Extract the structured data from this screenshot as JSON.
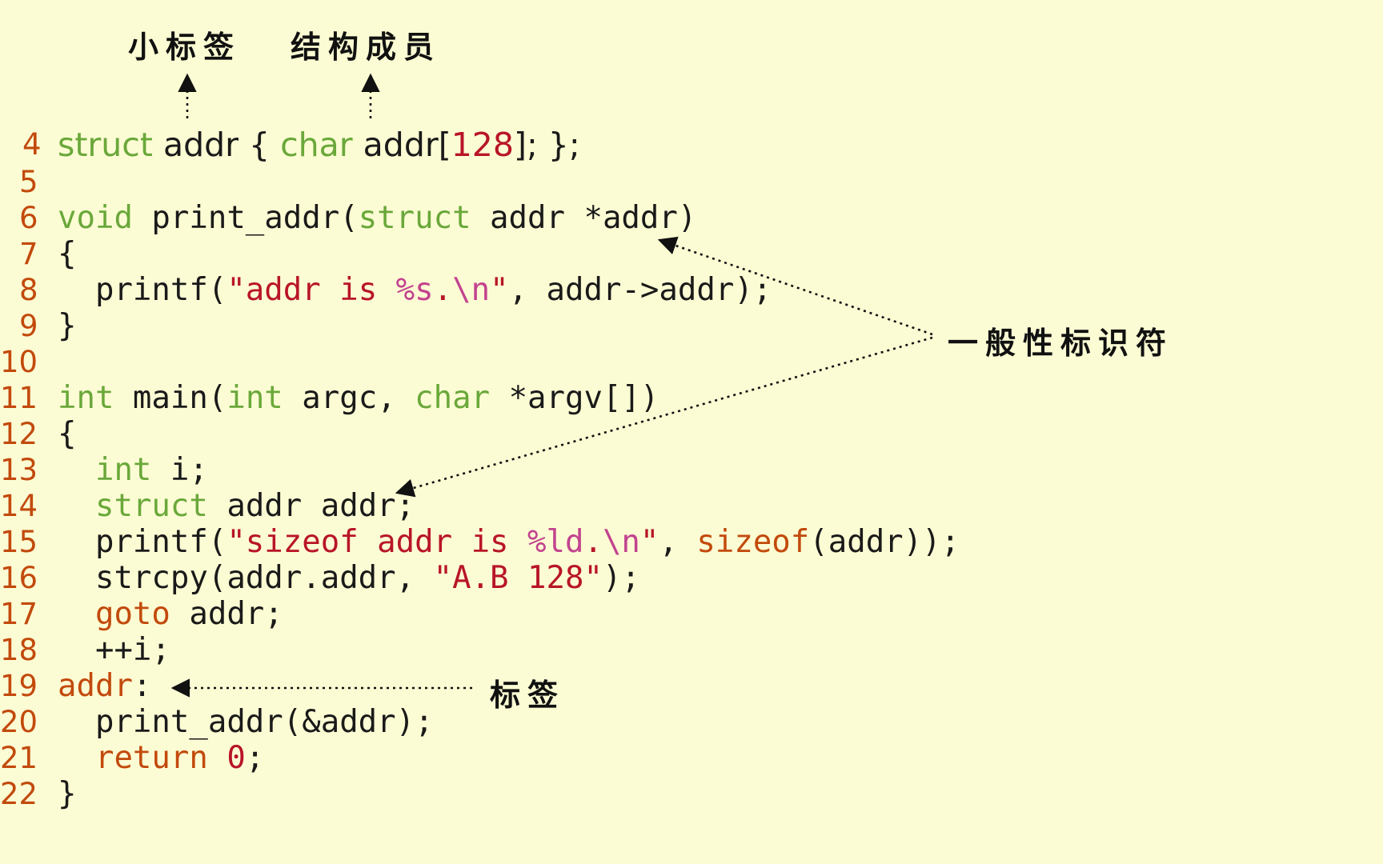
{
  "annotations": {
    "small_tag": "小标签",
    "struct_member": "结构成员",
    "general_identifier": "一般性标识符",
    "label": "标签"
  },
  "lines": [
    {
      "num": "4",
      "tokens": [
        {
          "t": "struct",
          "c": "kw"
        },
        {
          "t": " addr { ",
          "c": "plain"
        },
        {
          "t": "char",
          "c": "kw"
        },
        {
          "t": " addr[",
          "c": "plain"
        },
        {
          "t": "128",
          "c": "num"
        },
        {
          "t": "]; };",
          "c": "plain"
        }
      ]
    },
    {
      "num": "5",
      "tokens": []
    },
    {
      "num": "6",
      "tokens": [
        {
          "t": "void",
          "c": "kw"
        },
        {
          "t": " print_addr(",
          "c": "plain"
        },
        {
          "t": "struct",
          "c": "kw"
        },
        {
          "t": " addr *addr)",
          "c": "plain"
        }
      ]
    },
    {
      "num": "7",
      "tokens": [
        {
          "t": "{",
          "c": "plain"
        }
      ]
    },
    {
      "num": "8",
      "tokens": [
        {
          "t": "  printf(",
          "c": "plain"
        },
        {
          "t": "\"addr is ",
          "c": "str"
        },
        {
          "t": "%s",
          "c": "fmt"
        },
        {
          "t": ".",
          "c": "str"
        },
        {
          "t": "\\n",
          "c": "fmt"
        },
        {
          "t": "\"",
          "c": "str"
        },
        {
          "t": ", addr->addr);",
          "c": "plain"
        }
      ]
    },
    {
      "num": "9",
      "tokens": [
        {
          "t": "}",
          "c": "plain"
        }
      ]
    },
    {
      "num": "10",
      "tokens": []
    },
    {
      "num": "11",
      "tokens": [
        {
          "t": "int",
          "c": "kw"
        },
        {
          "t": " main(",
          "c": "plain"
        },
        {
          "t": "int",
          "c": "kw"
        },
        {
          "t": " argc, ",
          "c": "plain"
        },
        {
          "t": "char",
          "c": "kw"
        },
        {
          "t": " *argv[])",
          "c": "plain"
        }
      ]
    },
    {
      "num": "12",
      "tokens": [
        {
          "t": "{",
          "c": "plain"
        }
      ]
    },
    {
      "num": "13",
      "tokens": [
        {
          "t": "  ",
          "c": "plain"
        },
        {
          "t": "int",
          "c": "kw"
        },
        {
          "t": " i;",
          "c": "plain"
        }
      ]
    },
    {
      "num": "14",
      "tokens": [
        {
          "t": "  ",
          "c": "plain"
        },
        {
          "t": "struct",
          "c": "kw"
        },
        {
          "t": " addr addr;",
          "c": "plain"
        }
      ]
    },
    {
      "num": "15",
      "tokens": [
        {
          "t": "  printf(",
          "c": "plain"
        },
        {
          "t": "\"sizeof addr is ",
          "c": "str"
        },
        {
          "t": "%ld",
          "c": "fmt"
        },
        {
          "t": ".",
          "c": "str"
        },
        {
          "t": "\\n",
          "c": "fmt"
        },
        {
          "t": "\"",
          "c": "str"
        },
        {
          "t": ", ",
          "c": "plain"
        },
        {
          "t": "sizeof",
          "c": "ctl"
        },
        {
          "t": "(addr));",
          "c": "plain"
        }
      ]
    },
    {
      "num": "16",
      "tokens": [
        {
          "t": "  strcpy(addr.addr, ",
          "c": "plain"
        },
        {
          "t": "\"A.B 128\"",
          "c": "str"
        },
        {
          "t": ");",
          "c": "plain"
        }
      ]
    },
    {
      "num": "17",
      "tokens": [
        {
          "t": "  ",
          "c": "plain"
        },
        {
          "t": "goto",
          "c": "ctl"
        },
        {
          "t": " addr;",
          "c": "plain"
        }
      ]
    },
    {
      "num": "18",
      "tokens": [
        {
          "t": "  ++i;",
          "c": "plain"
        }
      ]
    },
    {
      "num": "19",
      "tokens": [
        {
          "t": "addr",
          "c": "lbl"
        },
        {
          "t": ":",
          "c": "plain"
        }
      ]
    },
    {
      "num": "20",
      "tokens": [
        {
          "t": "  print_addr(&addr);",
          "c": "plain"
        }
      ]
    },
    {
      "num": "21",
      "tokens": [
        {
          "t": "  ",
          "c": "plain"
        },
        {
          "t": "return",
          "c": "ctl"
        },
        {
          "t": " ",
          "c": "plain"
        },
        {
          "t": "0",
          "c": "num"
        },
        {
          "t": ";",
          "c": "plain"
        }
      ]
    },
    {
      "num": "22",
      "tokens": [
        {
          "t": "}",
          "c": "plain"
        }
      ]
    }
  ],
  "colors": {
    "background": "#fcfcd4",
    "keyword": "#6aa83a",
    "string": "#b81528",
    "format": "#c2438f",
    "control": "#c24a0c",
    "line_number": "#c24a0c",
    "text": "#1a1a1a",
    "annotation": "#111111"
  }
}
